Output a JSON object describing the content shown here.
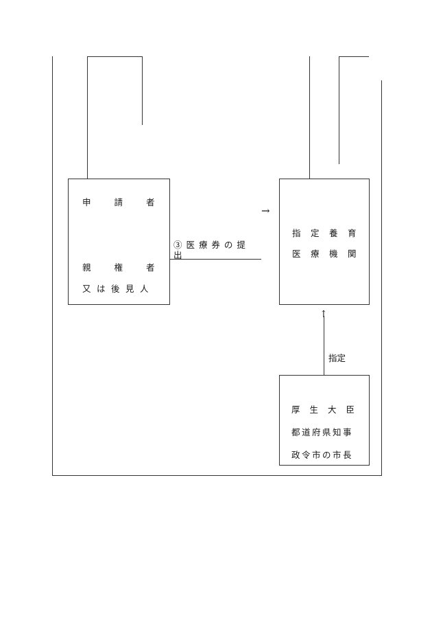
{
  "applicant": {
    "title": "申請者",
    "line1": "親権者",
    "line2": "又は後見人"
  },
  "institution": {
    "line1": "指定養育",
    "line2": "医療機関"
  },
  "authority": {
    "line1": "厚生大臣",
    "line2": "都道府県知事",
    "line3": "政令市の市長"
  },
  "edges": {
    "submit_label_line1": "③ 医 療 券 の 提",
    "submit_label_line2": "出",
    "designate_label": "指定"
  }
}
